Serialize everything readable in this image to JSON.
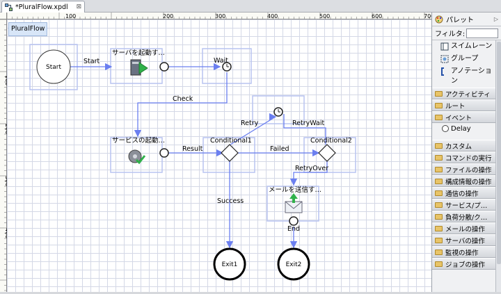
{
  "tab": {
    "title": "*PluralFlow.xpdl",
    "close": "⊠"
  },
  "ruler": {
    "top_ticks": [
      "100",
      "200",
      "300",
      "400",
      "500",
      "600",
      "700"
    ],
    "left_ticks": [
      "100",
      "200",
      "300",
      "400"
    ]
  },
  "lane": {
    "label": "PluralFlow"
  },
  "nodes": {
    "start": "Start",
    "server_start": "サーバを起動す…",
    "wait": "Wait",
    "service_start": "サービスの起動…",
    "conditional1": "Conditional1",
    "conditional2": "Conditional2",
    "send_mail": "メールを送信す…",
    "end_event": "End",
    "exit1": "Exit1",
    "exit2": "Exit2"
  },
  "edges": {
    "start": "Start",
    "check": "Check",
    "result": "Result",
    "failed": "Failed",
    "retry": "Retry",
    "retry_wait": "RetryWait",
    "retry_over": "RetryOver",
    "success": "Success"
  },
  "palette": {
    "title": "パレット",
    "filter_label": "フィルタ:",
    "filter_value": "",
    "tools": [
      "スイムレーン",
      "グループ",
      "アノテーション"
    ],
    "drawers_top": [
      "アクティビティ",
      "ルート"
    ],
    "event_drawer": "イベント",
    "event_items": [
      "Delay"
    ],
    "drawers_bottom": [
      "カスタム",
      "コマンドの実行",
      "ファイルの操作",
      "構成情報の操作",
      "通信の操作",
      "サービス/プ…",
      "負荷分散/ク…",
      "メールの操作",
      "サーバの操作",
      "監視の操作",
      "ジョブの操作"
    ]
  },
  "colors": {
    "selection": "#b8c4f0",
    "connection": "#6b7ff0",
    "grid": "#d4d8e6"
  }
}
